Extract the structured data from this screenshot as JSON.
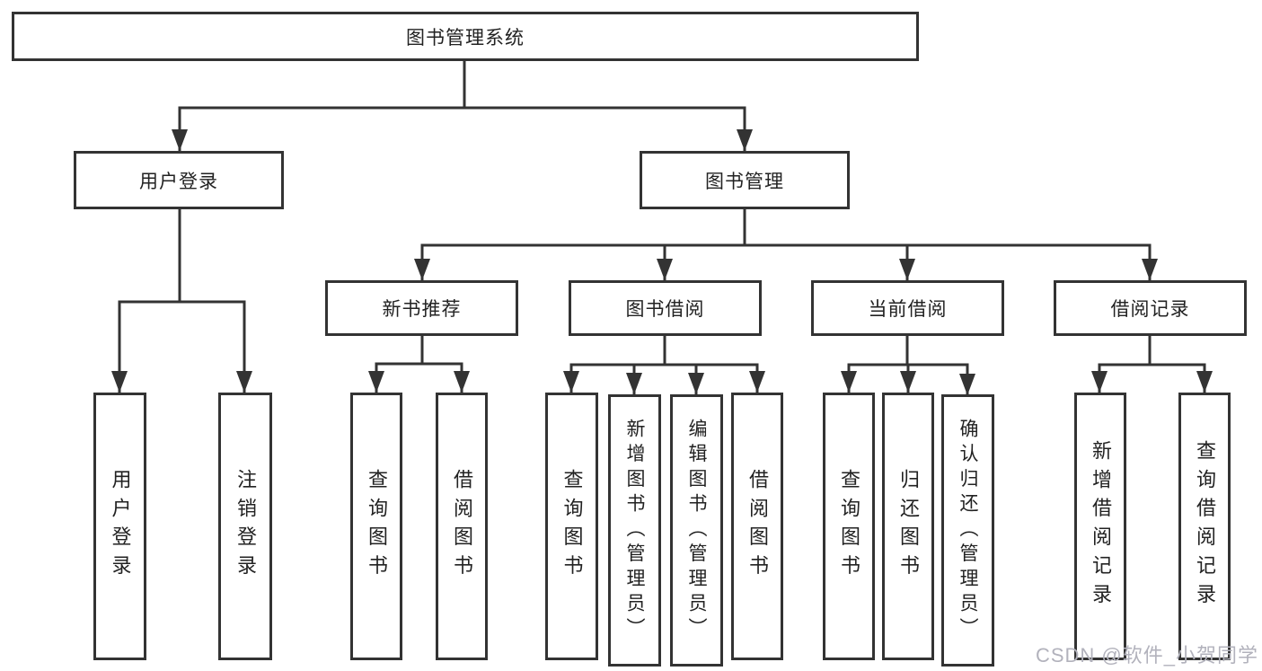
{
  "diagram_title": "图书管理系统",
  "tree": {
    "label": "图书管理系统",
    "children": [
      {
        "label": "用户登录",
        "children": [
          {
            "label": "用户登录"
          },
          {
            "label": "注销登录"
          }
        ]
      },
      {
        "label": "图书管理",
        "children": [
          {
            "label": "新书推荐",
            "children": [
              {
                "label": "查询图书"
              },
              {
                "label": "借阅图书"
              }
            ]
          },
          {
            "label": "图书借阅",
            "children": [
              {
                "label": "查询图书"
              },
              {
                "label": "新增图书（管理员）"
              },
              {
                "label": "编辑图书（管理员）"
              },
              {
                "label": "借阅图书"
              }
            ]
          },
          {
            "label": "当前借阅",
            "children": [
              {
                "label": "查询图书"
              },
              {
                "label": "归还图书"
              },
              {
                "label": "确认归还（管理员）"
              }
            ]
          },
          {
            "label": "借阅记录",
            "children": [
              {
                "label": "新增借阅记录"
              },
              {
                "label": "查询借阅记录"
              }
            ]
          }
        ]
      }
    ]
  },
  "watermark": "CSDN @软件_小贺同学",
  "colors": {
    "line": "#333333",
    "text": "#222222",
    "watermark": "#b2b2bc",
    "background": "#ffffff"
  }
}
